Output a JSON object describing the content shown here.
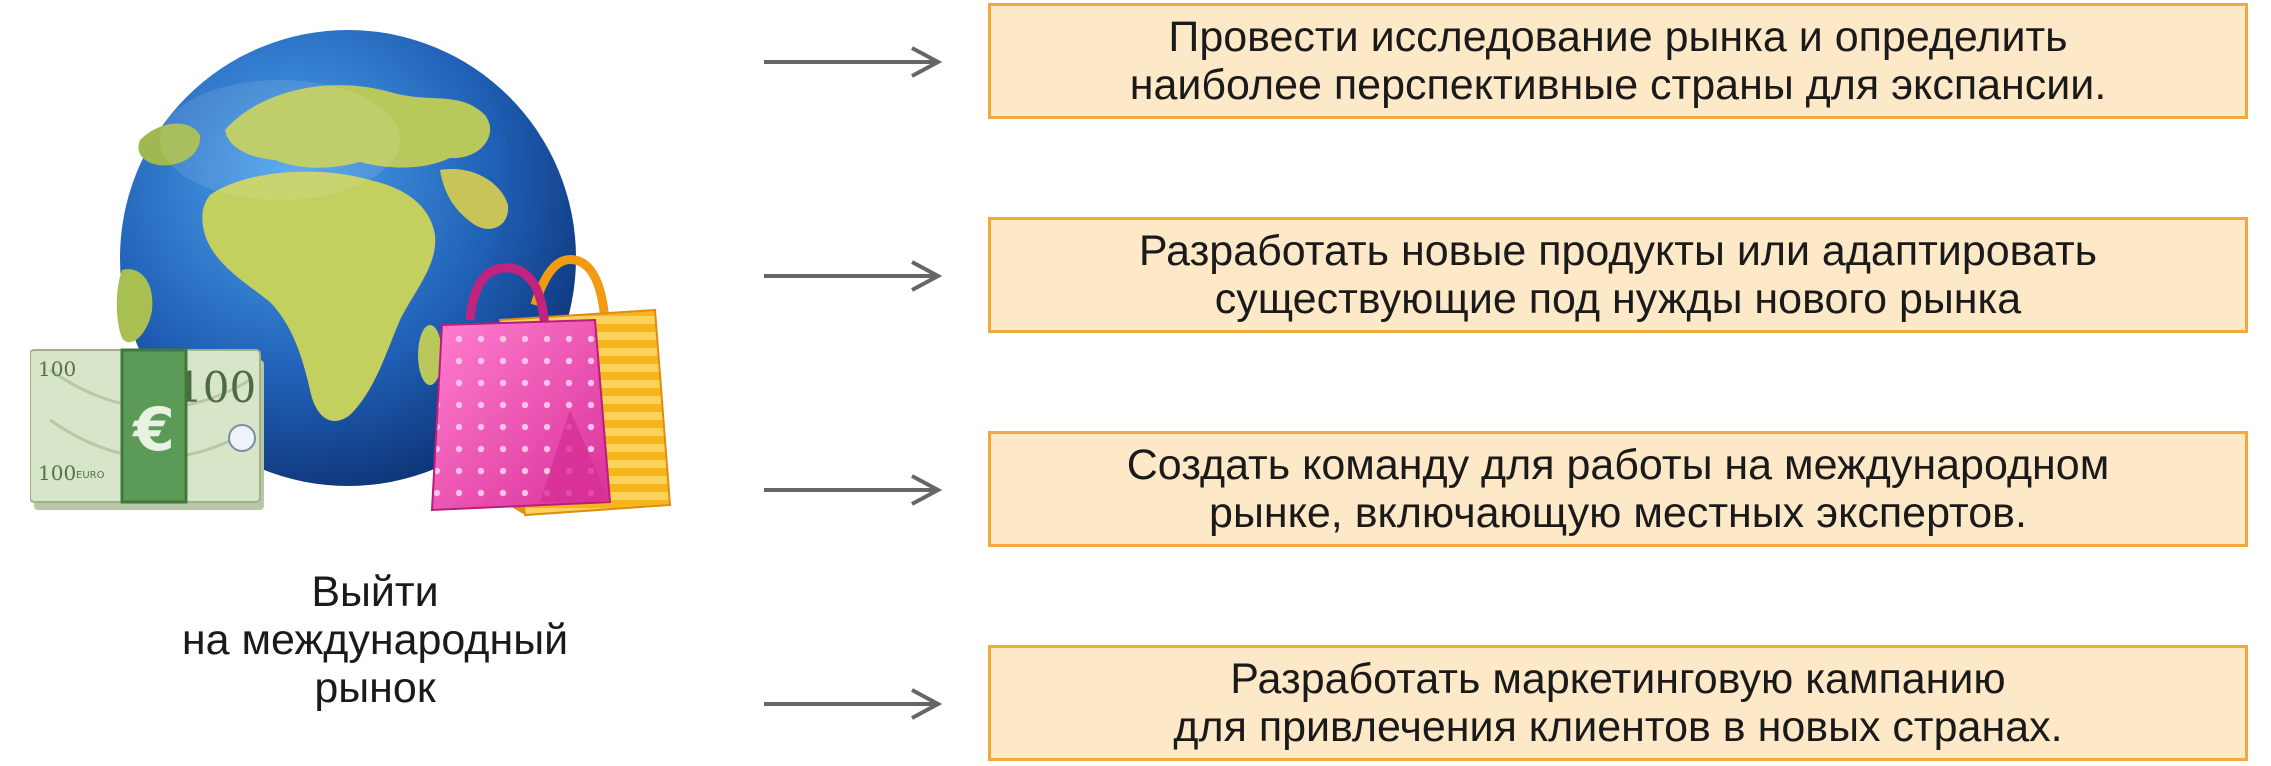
{
  "goal": {
    "lines": [
      "Выйти",
      "на международный",
      "рынок"
    ],
    "illustration_icons": [
      "globe-icon",
      "euro-banknotes-icon",
      "shopping-bags-icon"
    ]
  },
  "steps": [
    {
      "lines": [
        "Провести исследование рынка и определить",
        "наиболее перспективные страны для экспансии."
      ]
    },
    {
      "lines": [
        "Разработать новые продукты или адаптировать",
        "существующие под нужды нового рынка"
      ]
    },
    {
      "lines": [
        "Создать команду для работы на международном",
        "рынке, включающую местных экспертов."
      ]
    },
    {
      "lines": [
        "Разработать маркетинговую кампанию",
        "для привлечения клиентов в новых странах."
      ]
    }
  ],
  "banknote_text": {
    "denomination": "100",
    "currency_sign": "€",
    "currency_word": "EURO"
  },
  "colors": {
    "box_fill": "#fde8c7",
    "box_border": "#f2a93b",
    "arrow": "#666666",
    "ocean": "#1f5fb5",
    "land": "#b8c85a",
    "bag_pink": "#f04fb5",
    "bag_yellow": "#f7b51c",
    "banknote": "#d7e6c8"
  }
}
